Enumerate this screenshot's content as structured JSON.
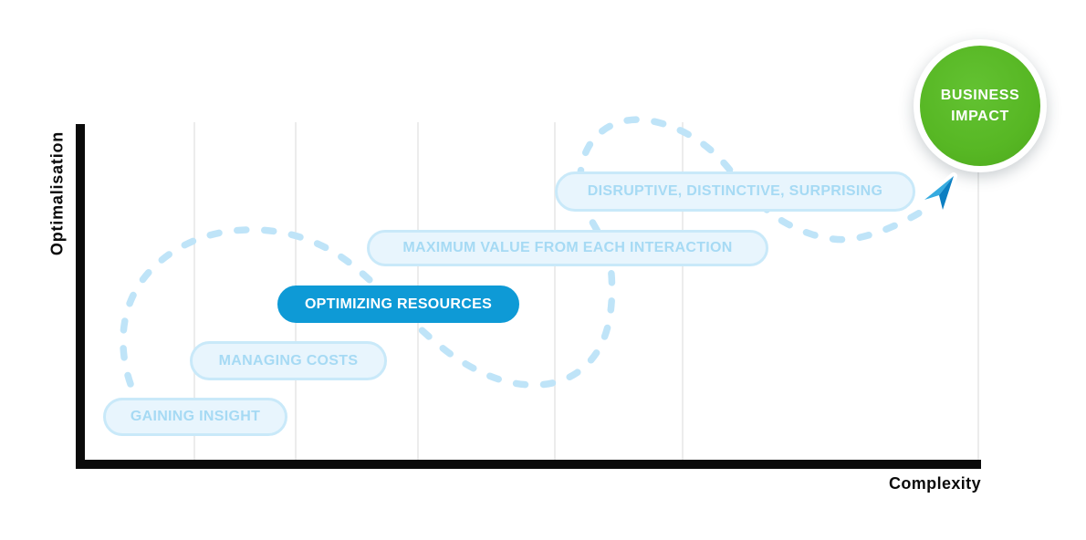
{
  "diagram": {
    "y_axis_label": "Optimalisation",
    "x_axis_label": "Complexity",
    "stages": [
      {
        "label": "GAINING INSIGHT",
        "emphasis": "light"
      },
      {
        "label": "MANAGING COSTS",
        "emphasis": "light"
      },
      {
        "label": "OPTIMIZING RESOURCES",
        "emphasis": "solid"
      },
      {
        "label": "MAXIMUM VALUE FROM EACH INTERACTION",
        "emphasis": "light"
      },
      {
        "label": "DISRUPTIVE, DISTINCTIVE, SURPRISING",
        "emphasis": "light"
      }
    ],
    "goal": {
      "line1": "BUSINESS",
      "line2": "IMPACT"
    }
  },
  "colors": {
    "dash-blue": "#BFE4F8",
    "pill-fill": "#E8F5FD",
    "pill-border": "#C9E9F9",
    "pill-text": "#A6DAF4",
    "accent-blue": "#0E9AD6",
    "impact-green": "#57B724",
    "plane-light": "#36ABE0",
    "plane-dark": "#0C7FC2",
    "axis-black": "#0B0B0B",
    "gridline-gray": "#ECECEC"
  },
  "chart_data": {
    "type": "line",
    "title": "",
    "xlabel": "Complexity",
    "ylabel": "Optimalisation",
    "grid": "vertical gridlines only, no tick labels",
    "line_style": "light-blue dashed looping curve rising left-to-right, ending in an arrow pointing at the BUSINESS IMPACT circle",
    "stages_in_order": [
      {
        "label": "GAINING INSIGHT",
        "complexity": 0.12,
        "optimalisation": 0.13
      },
      {
        "label": "MANAGING COSTS",
        "complexity": 0.23,
        "optimalisation": 0.29
      },
      {
        "label": "OPTIMIZING RESOURCES",
        "complexity": 0.35,
        "optimalisation": 0.46
      },
      {
        "label": "MAXIMUM VALUE FROM EACH INTERACTION",
        "complexity": 0.54,
        "optimalisation": 0.63
      },
      {
        "label": "DISRUPTIVE, DISTINCTIVE, SURPRISING",
        "complexity": 0.72,
        "optimalisation": 0.79
      },
      {
        "label": "BUSINESS IMPACT",
        "complexity": 1.0,
        "optimalisation": 1.0
      }
    ]
  }
}
